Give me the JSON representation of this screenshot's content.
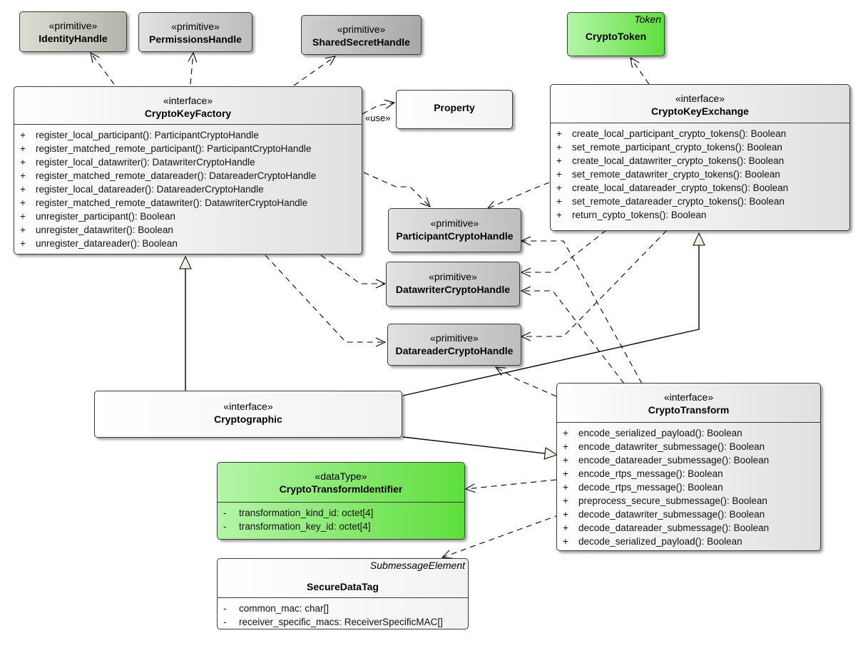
{
  "classes": {
    "identity_handle": {
      "stereotype": "«primitive»",
      "name": "IdentityHandle"
    },
    "permissions_handle": {
      "stereotype": "«primitive»",
      "name": "PermissionsHandle"
    },
    "shared_secret_handle": {
      "stereotype": "«primitive»",
      "name": "SharedSecretHandle"
    },
    "crypto_token": {
      "tag": "Token",
      "name": "CryptoToken"
    },
    "property": {
      "name": "Property"
    },
    "crypto_key_factory": {
      "stereotype": "«interface»",
      "name": "CryptoKeyFactory",
      "operations": [
        {
          "visibility": "+",
          "text": "register_local_participant(): ParticipantCryptoHandle"
        },
        {
          "visibility": "+",
          "text": "register_matched_remote_participant(): ParticipantCryptoHandle"
        },
        {
          "visibility": "+",
          "text": "register_local_datawriter(): DatawriterCryptoHandle"
        },
        {
          "visibility": "+",
          "text": "register_matched_remote_datareader(): DatareaderCryptoHandle"
        },
        {
          "visibility": "+",
          "text": "register_local_datareader(): DatareaderCryptoHandle"
        },
        {
          "visibility": "+",
          "text": "register_matched_remote_datawriter(): DatawriterCryptoHandle"
        },
        {
          "visibility": "+",
          "text": "unregister_participant(): Boolean"
        },
        {
          "visibility": "+",
          "text": "unregister_datawriter(): Boolean"
        },
        {
          "visibility": "+",
          "text": "unregister_datareader(): Boolean"
        }
      ]
    },
    "crypto_key_exchange": {
      "stereotype": "«interface»",
      "name": "CryptoKeyExchange",
      "operations": [
        {
          "visibility": "+",
          "text": "create_local_participant_crypto_tokens(): Boolean"
        },
        {
          "visibility": "+",
          "text": "set_remote_participant_crypto_tokens(): Boolean"
        },
        {
          "visibility": "+",
          "text": "create_local_datawriter_crypto_tokens(): Boolean"
        },
        {
          "visibility": "+",
          "text": "set_remote_datawriter_crypto_tokens(): Boolean"
        },
        {
          "visibility": "+",
          "text": "create_local_datareader_crypto_tokens(): Boolean"
        },
        {
          "visibility": "+",
          "text": "set_remote_datareader_crypto_tokens(): Boolean"
        },
        {
          "visibility": "+",
          "text": "return_cypto_tokens(): Boolean"
        }
      ]
    },
    "participant_crypto_handle": {
      "stereotype": "«primitive»",
      "name": "ParticipantCryptoHandle"
    },
    "datawriter_crypto_handle": {
      "stereotype": "«primitive»",
      "name": "DatawriterCryptoHandle"
    },
    "datareader_crypto_handle": {
      "stereotype": "«primitive»",
      "name": "DatareaderCryptoHandle"
    },
    "cryptographic": {
      "stereotype": "«interface»",
      "name": "Cryptographic"
    },
    "crypto_transform": {
      "stereotype": "«interface»",
      "name": "CryptoTransform",
      "operations": [
        {
          "visibility": "+",
          "text": "encode_serialized_payload(): Boolean"
        },
        {
          "visibility": "+",
          "text": "encode_datawriter_submessage(): Boolean"
        },
        {
          "visibility": "+",
          "text": "encode_datareader_submessage(): Boolean"
        },
        {
          "visibility": "+",
          "text": "encode_rtps_message(): Boolean"
        },
        {
          "visibility": "+",
          "text": "decode_rtps_message(): Boolean"
        },
        {
          "visibility": "+",
          "text": "preprocess_secure_submessage(): Boolean"
        },
        {
          "visibility": "+",
          "text": "decode_datawriter_submessage(): Boolean"
        },
        {
          "visibility": "+",
          "text": "decode_datareader_submessage(): Boolean"
        },
        {
          "visibility": "+",
          "text": "decode_serialized_payload(): Boolean"
        }
      ]
    },
    "crypto_transform_identifier": {
      "stereotype": "«dataType»",
      "name": "CryptoTransformIdentifier",
      "attributes": [
        {
          "visibility": "-",
          "text": "transformation_kind_id: octet[4]"
        },
        {
          "visibility": "-",
          "text": "transformation_key_id: octet[4]"
        }
      ]
    },
    "secure_data_tag": {
      "tag": "SubmessageElement",
      "name": "SecureDataTag",
      "attributes": [
        {
          "visibility": "-",
          "text": "common_mac: char[]"
        },
        {
          "visibility": "-",
          "text": "receiver_specific_macs: ReceiverSpecificMAC[]"
        }
      ]
    }
  },
  "labels": {
    "use": "«use»"
  },
  "colors": {
    "line": "#000000",
    "primitive": "#c8c8c8",
    "green": "#66e040",
    "interface": "#eeeeee"
  }
}
